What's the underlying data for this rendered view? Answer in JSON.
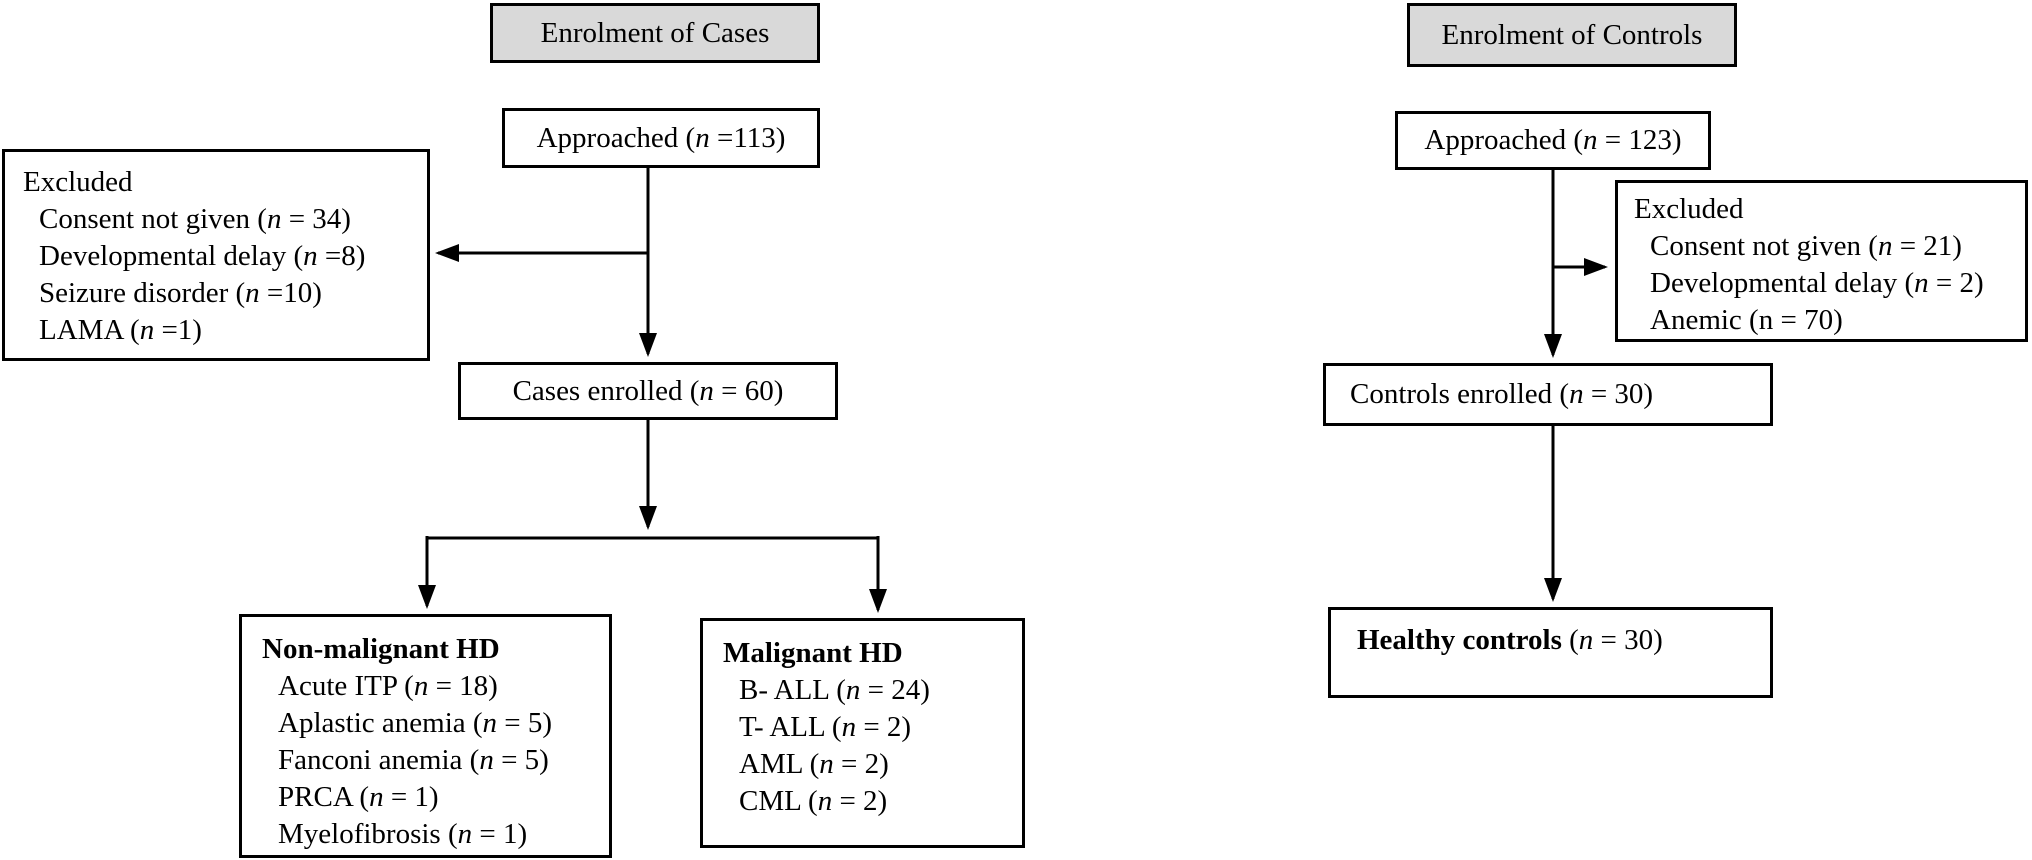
{
  "figure": {
    "background": "#ffffff",
    "line_color": "#000000",
    "header_fill": "#d9d9d9",
    "box_fill": "#ffffff"
  },
  "cases": {
    "header": "Enrolment of Cases",
    "approached": {
      "pre": "Approached (",
      "n": "n",
      "post": " =113)"
    },
    "excluded": {
      "title": "Excluded",
      "items": [
        {
          "pre": "Consent not given (",
          "n": "n",
          "post": " = 34)"
        },
        {
          "pre": "Developmental delay (",
          "n": "n",
          "post": " =8)"
        },
        {
          "pre": "Seizure disorder (",
          "n": "n",
          "post": " =10)"
        },
        {
          "pre": "LAMA (",
          "n": "n",
          "post": " =1)"
        }
      ]
    },
    "enrolled": {
      "pre": "Cases enrolled (",
      "n": "n",
      "post": " = 60)"
    },
    "non_malignant": {
      "title": "Non-malignant HD",
      "items": [
        {
          "pre": "Acute ITP (",
          "n": "n",
          "post": " = 18)"
        },
        {
          "pre": "Aplastic anemia (",
          "n": "n",
          "post": " = 5)"
        },
        {
          "pre": "Fanconi anemia (",
          "n": "n",
          "post": " = 5)"
        },
        {
          "pre": "PRCA (",
          "n": "n",
          "post": " = 1)"
        },
        {
          "pre": "Myelofibrosis (",
          "n": "n",
          "post": " = 1)"
        }
      ]
    },
    "malignant": {
      "title": "Malignant HD",
      "items": [
        {
          "pre": "B- ALL (",
          "n": "n",
          "post": " = 24)"
        },
        {
          "pre": "T- ALL (",
          "n": "n",
          "post": " = 2)"
        },
        {
          "pre": "AML (",
          "n": "n",
          "post": " = 2)"
        },
        {
          "pre": "CML (",
          "n": "n",
          "post": " = 2)"
        }
      ]
    }
  },
  "controls": {
    "header": "Enrolment of Controls",
    "approached": {
      "pre": "Approached (",
      "n": "n",
      "post": " = 123)"
    },
    "excluded": {
      "title": "Excluded",
      "items": [
        {
          "pre": "Consent not given (",
          "n": "n",
          "post": " = 21)"
        },
        {
          "pre": "Developmental delay (",
          "n": "n",
          "post": " = 2)"
        },
        {
          "pre": "Anemic (n = 70)",
          "n": "",
          "post": ""
        }
      ]
    },
    "enrolled": {
      "pre": "Controls enrolled (",
      "n": "n",
      "post": " = 30)"
    },
    "healthy": {
      "bold": "Healthy controls",
      "pre": " (",
      "n": "n",
      "post": " = 30)"
    }
  }
}
